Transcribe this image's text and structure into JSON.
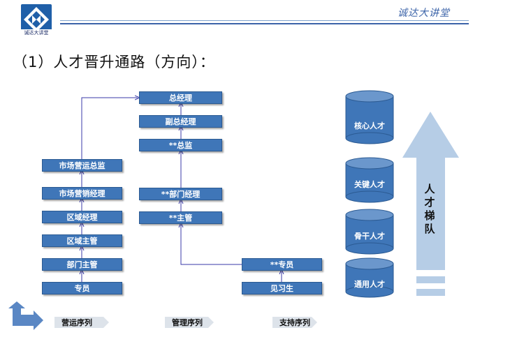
{
  "header": {
    "logo_caption": "诚达大讲堂",
    "brand": "诚达大讲堂"
  },
  "title": "（1）人才晋升通路（方向）：",
  "tracks": {
    "operations": {
      "boxes": [
        "市场营运总监",
        "市场营销经理",
        "区域经理",
        "区域主管",
        "部门主管",
        "专员"
      ],
      "label": "营运序列"
    },
    "management": {
      "boxes": [
        "总经理",
        "副总经理",
        "**总监",
        "**部门经理",
        "**主管"
      ],
      "label": "管理序列"
    },
    "support": {
      "boxes": [
        "**专员",
        "见习生"
      ],
      "label": "支持序列"
    }
  },
  "tiers": [
    "核心人才",
    "关键人才",
    "骨干人才",
    "通用人才"
  ],
  "ladder_label": "人才梯队",
  "colors": {
    "box_fill": "#3f76b8",
    "cylinder_fill": "#3f76b8",
    "arrow_fill": "#b6cde6",
    "connector": "#3a3aa8"
  }
}
